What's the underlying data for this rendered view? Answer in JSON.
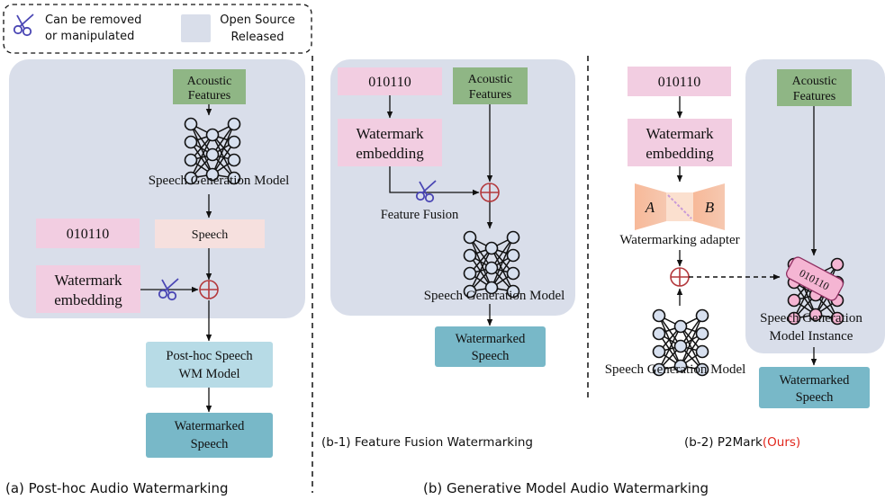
{
  "legend": {
    "scissors_label_1": "Can be removed",
    "scissors_label_2": "or manipulated",
    "open_label_1": "Open Source",
    "open_label_2": "Released"
  },
  "panel_a": {
    "acoustic_1": "Acoustic",
    "acoustic_2": "Features",
    "model_label": "Speech Generation Model",
    "bits": "010110",
    "speech": "Speech",
    "wm_embed_1": "Watermark",
    "wm_embed_2": "embedding",
    "posthoc_1": "Post-hoc Speech",
    "posthoc_2": "WM Model",
    "out_1": "Watermarked",
    "out_2": "Speech",
    "caption": "(a) Post-hoc Audio Watermarking"
  },
  "panel_b1": {
    "bits": "010110",
    "acoustic_1": "Acoustic",
    "acoustic_2": "Features",
    "wm_embed_1": "Watermark",
    "wm_embed_2": "embedding",
    "fusion": "Feature Fusion",
    "model_label": "Speech Generation Model",
    "out_1": "Watermarked",
    "out_2": "Speech",
    "caption": "(b-1) Feature Fusion Watermarking"
  },
  "panel_b2": {
    "bits": "010110",
    "wm_embed_1": "Watermark",
    "wm_embed_2": "embedding",
    "adapter_a": "A",
    "adapter_b": "B",
    "adapter_label": "Watermarking adapter",
    "model_label": "Speech Generation Model",
    "acoustic_1": "Acoustic",
    "acoustic_2": "Features",
    "instance_bits": "010110",
    "instance_1": "Speech Generation",
    "instance_2": "Model Instance",
    "out_1": "Watermarked",
    "out_2": "Speech",
    "caption_main": "(b-2) P2Mark",
    "caption_ours": "(Ours)"
  },
  "caption_b": "(b) Generative Model Audio Watermarking",
  "colors": {
    "open_source_bg": "#d9deea",
    "acoustic_fill": "#8fb685",
    "bits_fill": "#f2cde1",
    "speech_fill": "#f6e0de",
    "posthoc_fill": "#b7dbe6",
    "output_fill": "#78b8c8",
    "adapter_fill": "#f5c0a4",
    "instance_chip_fill": "#f5b5d3",
    "plus_color": "#b3383c",
    "scissors_color": "#4a46b4",
    "ours_color": "#e1261c"
  }
}
